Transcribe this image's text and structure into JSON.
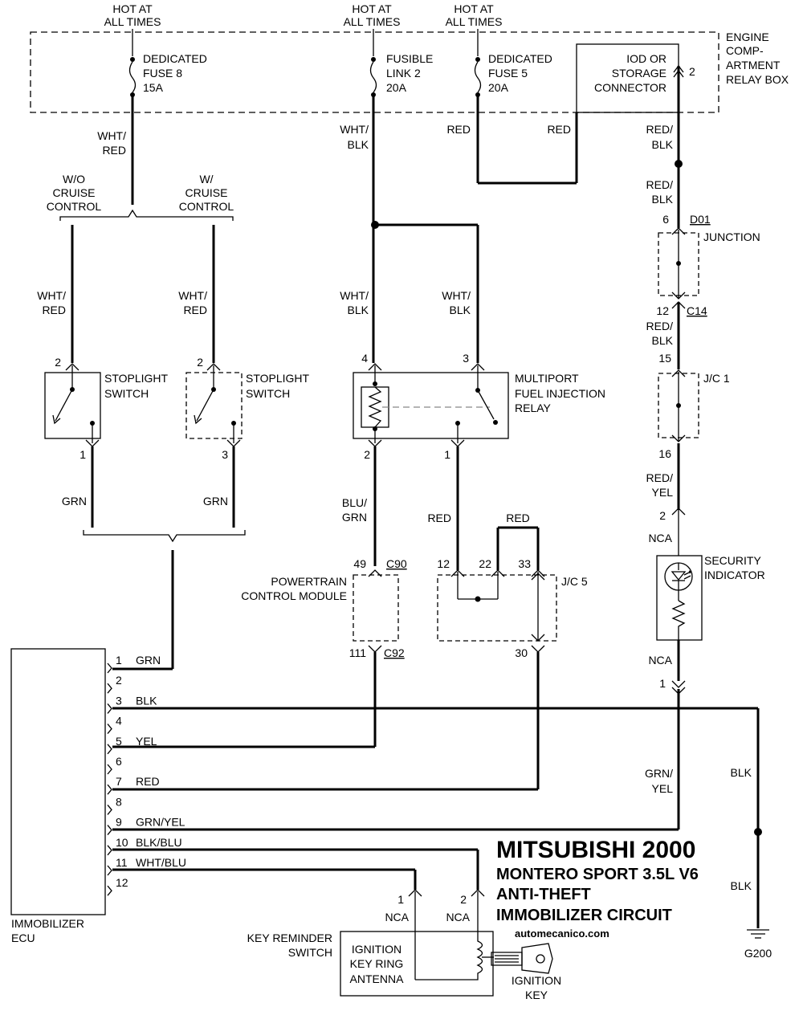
{
  "title": "MITSUBISHI 2000",
  "subtitle": [
    "MONTERO SPORT 3.5L V6",
    "ANTI-THEFT",
    "IMMOBILIZER CIRCUIT"
  ],
  "site": "automecanico.com",
  "power": {
    "hot1": [
      "HOT AT",
      "ALL TIMES"
    ],
    "hot2": [
      "HOT AT",
      "ALL TIMES"
    ],
    "hot3": [
      "HOT AT",
      "ALL TIMES"
    ],
    "fuse8": [
      "DEDICATED",
      "FUSE 8",
      "15A"
    ],
    "link2": [
      "FUSIBLE",
      "LINK 2",
      "20A"
    ],
    "fuse5": [
      "DEDICATED",
      "FUSE 5",
      "20A"
    ],
    "iod": [
      "IOD OR",
      "STORAGE",
      "CONNECTOR"
    ],
    "iod_pin": "2",
    "relay_box": [
      "ENGINE",
      "COMP-",
      "ARTMENT",
      "RELAY BOX"
    ]
  },
  "wires": {
    "wht_red": [
      "WHT/",
      "RED"
    ],
    "wht_blk": [
      "WHT/",
      "BLK"
    ],
    "red": "RED",
    "red_blk": [
      "RED/",
      "BLK"
    ],
    "red_yel": [
      "RED/",
      "YEL"
    ],
    "grn": "GRN",
    "blu_grn": [
      "BLU/",
      "GRN"
    ],
    "grn_yel": [
      "GRN/",
      "YEL"
    ],
    "blk": "BLK",
    "nca": "NCA"
  },
  "cruise": {
    "wo": [
      "W/O",
      "CRUISE",
      "CONTROL"
    ],
    "w": [
      "W/",
      "CRUISE",
      "CONTROL"
    ]
  },
  "components": {
    "stoplight": [
      "STOPLIGHT",
      "SWITCH"
    ],
    "mfi_relay": [
      "MULTIPORT",
      "FUEL INJECTION",
      "RELAY"
    ],
    "pcm": [
      "POWERTRAIN",
      "CONTROL MODULE"
    ],
    "jc5": "J/C 5",
    "jc1": "J/C 1",
    "junction": "JUNCTION",
    "d01": "D01",
    "c14": "C14",
    "c90": "C90",
    "c92": "C92",
    "security": [
      "SECURITY",
      "INDICATOR"
    ],
    "ecu": [
      "IMMOBILIZER",
      "ECU"
    ],
    "key_switch": [
      "KEY REMINDER",
      "SWITCH"
    ],
    "antenna": [
      "IGNITION",
      "KEY RING",
      "ANTENNA"
    ],
    "ign_key": [
      "IGNITION",
      "KEY"
    ],
    "ground": "G200"
  },
  "pins": {
    "sw1_top": "2",
    "sw1_bot": "1",
    "sw2_top": "2",
    "sw2_bot": "3",
    "relay_4": "4",
    "relay_3": "3",
    "relay_2": "2",
    "relay_1": "1",
    "pcm_49": "49",
    "pcm_111": "111",
    "jc5_12": "12",
    "jc5_22": "22",
    "jc5_33": "33",
    "jc5_30": "30",
    "d01_6": "6",
    "c14_12": "12",
    "jc1_15": "15",
    "jc1_16": "16",
    "sec_2": "2",
    "sec_1": "1",
    "ant_1": "1",
    "ant_2": "2"
  },
  "ecu_pins": [
    {
      "n": "1",
      "wire": "GRN"
    },
    {
      "n": "2",
      "wire": ""
    },
    {
      "n": "3",
      "wire": "BLK"
    },
    {
      "n": "4",
      "wire": ""
    },
    {
      "n": "5",
      "wire": "YEL"
    },
    {
      "n": "6",
      "wire": ""
    },
    {
      "n": "7",
      "wire": "RED"
    },
    {
      "n": "8",
      "wire": ""
    },
    {
      "n": "9",
      "wire": "GRN/YEL"
    },
    {
      "n": "10",
      "wire": "BLK/BLU"
    },
    {
      "n": "11",
      "wire": "WHT/BLU"
    },
    {
      "n": "12",
      "wire": ""
    }
  ]
}
